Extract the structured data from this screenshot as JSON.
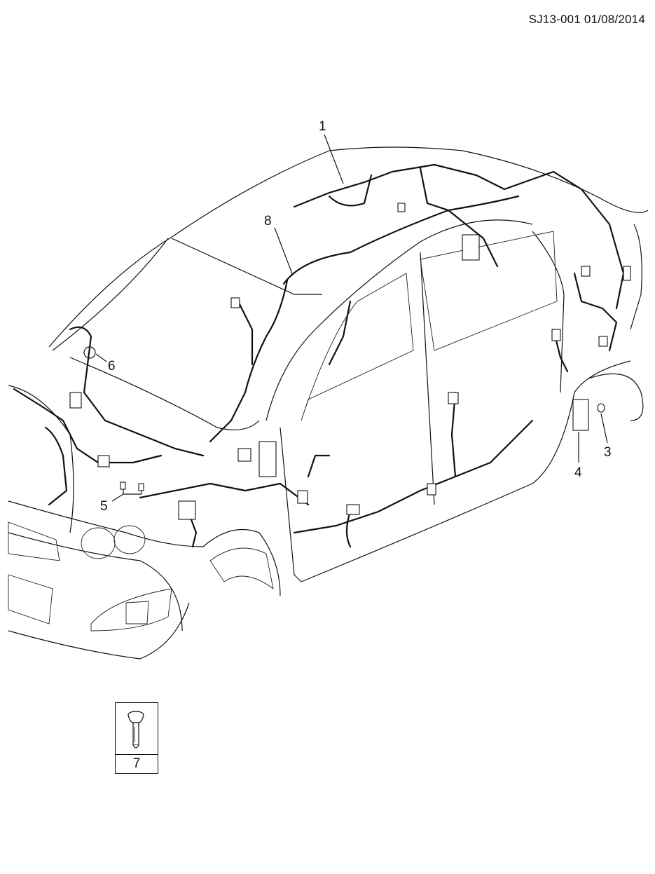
{
  "header": {
    "code": "SJ13-001 01/08/2014"
  },
  "callouts": [
    {
      "id": "1",
      "label": "1"
    },
    {
      "id": "8",
      "label": "8"
    },
    {
      "id": "6",
      "label": "6"
    },
    {
      "id": "5",
      "label": "5"
    },
    {
      "id": "3",
      "label": "3"
    },
    {
      "id": "4",
      "label": "4"
    }
  ],
  "inset": {
    "label": "7"
  }
}
